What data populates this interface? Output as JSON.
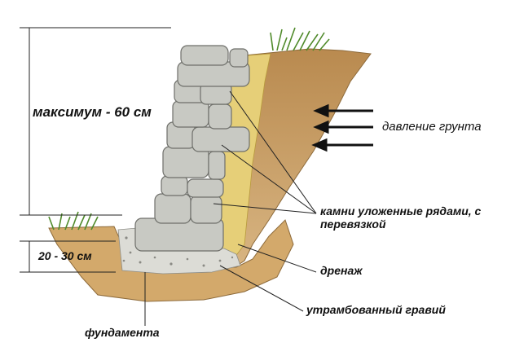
{
  "labels": {
    "max_height": "максимум - 60 см",
    "foundation_depth": "20 - 30 см",
    "soil_pressure": "давление грунта",
    "stones_line1": "камни уложенные рядами, с",
    "stones_line2": "перевязкой",
    "drainage": "дренаж",
    "compacted_gravel": "утрамбованный гравий",
    "foundation": "фундамента"
  },
  "colors": {
    "soil": "#c9a36a",
    "soil_dark": "#a87d45",
    "drainage_fill": "#e8d27a",
    "stone": "#c8c9c3",
    "stone_outline": "#6e6f6a",
    "gravel": "#d9d9d4",
    "grass": "#4f8a2a",
    "line": "#222222"
  }
}
